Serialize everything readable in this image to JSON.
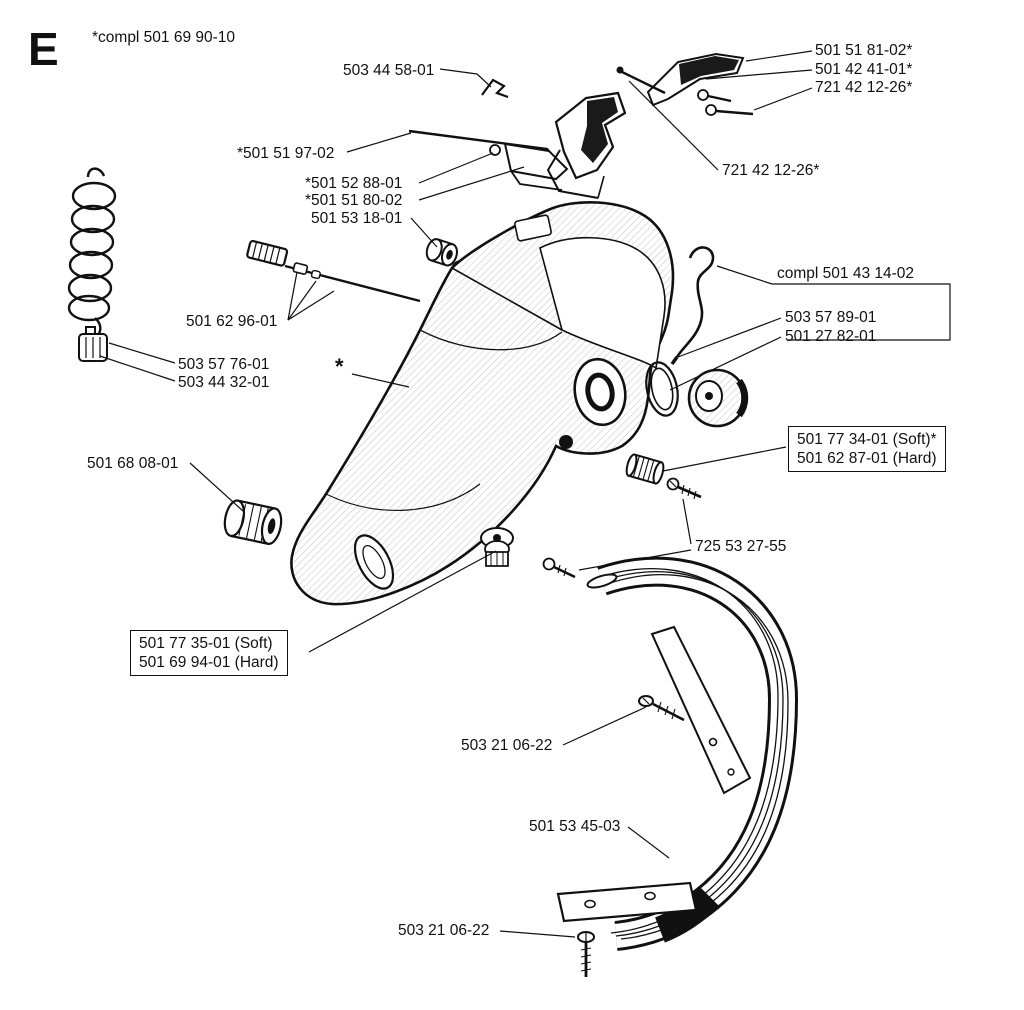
{
  "diagram": {
    "section_letter": "E",
    "assembly_note": "*compl 501 69 90-10",
    "body_marker": "*"
  },
  "colors": {
    "ink": "#111111",
    "background": "#ffffff"
  },
  "part_labels": {
    "wire_clip": "503 44 58-01",
    "throttle_trigger": "501 51 81-02*",
    "trigger_spring": "501 42 41-01*",
    "trigger_pin_upper": "721 42 12-26*",
    "throttle_rod": "*501 51 97-02",
    "throttle_lock_upper": "*501 52 88-01",
    "throttle_lock_lower": "*501 51 80-02",
    "bushing": "501 53 18-01",
    "trigger_pin_lower": "721 42 12-26*",
    "fuel_hose_assembly": "compl 501 43 14-02",
    "fuel_hose": "503 57 89-01",
    "sealing_ring": "501 27 82-01",
    "needle_kit": "501 62 96-01",
    "fuel_filter": "503 57 76-01",
    "filter_body": "503 44 32-01",
    "front_damper": "501 68 08-01",
    "right_damper_soft": "501 77 34-01 (Soft)*",
    "right_damper_hard": "501 62 87-01 (Hard)",
    "damper_screw": "725 53 27-55",
    "left_damper_soft": "501 77 35-01 (Soft)",
    "left_damper_hard": "501 69 94-01 (Hard)",
    "handle_screw_upper": "503 21 06-22",
    "rear_handle_bracket": "501 53 45-03",
    "handle_screw_lower": "503 21 06-22"
  }
}
